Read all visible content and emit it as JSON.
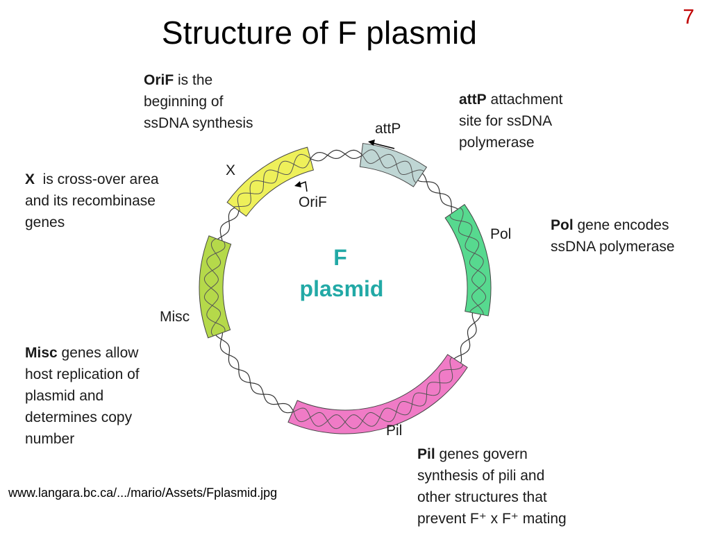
{
  "slide": {
    "title": "Structure of F plasmid",
    "number": "7"
  },
  "diagram": {
    "center_line1": "F",
    "center_line2": "plasmid",
    "labels": {
      "attP": "attP",
      "oriF": "OriF",
      "x": "X",
      "pol": "Pol",
      "misc": "Misc",
      "pil": "Pil"
    },
    "segments": [
      {
        "id": "attP",
        "color": "#bfd6d4"
      },
      {
        "id": "Pol",
        "color": "#57d98f"
      },
      {
        "id": "Pil",
        "color": "#f07bc6"
      },
      {
        "id": "Misc",
        "color": "#b5d94a"
      },
      {
        "id": "X",
        "color": "#eef05a"
      }
    ]
  },
  "annotations": {
    "oriF": {
      "bold": "OriF",
      "rest": " is the",
      "line2": "beginning of",
      "line3": "ssDNA synthesis"
    },
    "attP": {
      "bold": "attP",
      "rest": " attachment",
      "line2": "site for ssDNA",
      "line3": "polymerase"
    },
    "x": {
      "bold": "X",
      "rest": "  is cross-over area",
      "line2": "and its recombinase",
      "line3": "genes"
    },
    "pol": {
      "bold": "Pol",
      "rest": " gene encodes",
      "line2": "ssDNA polymerase"
    },
    "misc": {
      "bold": "Misc",
      "rest": " genes allow",
      "line2": "host replication of",
      "line3": "plasmid and",
      "line4": "determines copy",
      "line5": "number"
    },
    "pil": {
      "bold": "Pil",
      "rest": " genes govern",
      "line2": "synthesis of pili and",
      "line3": "other structures that",
      "line4": "prevent F⁺ x F⁺ mating"
    }
  },
  "source": "www.langara.bc.ca/.../mario/Assets/Fplasmid.jpg"
}
